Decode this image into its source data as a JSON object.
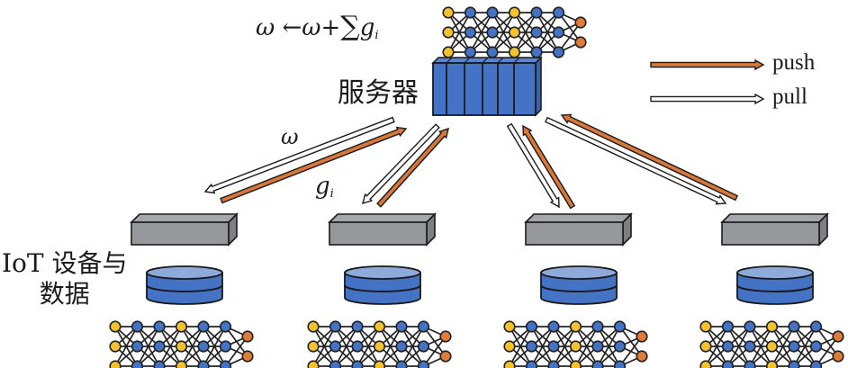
{
  "formula": {
    "lhs": "ω",
    "arrow": "←",
    "rhs_var": "ω",
    "plus": "+",
    "sum_symbol": "∑",
    "term": "g",
    "subscript": "i"
  },
  "server": {
    "label": "服务器"
  },
  "devices": {
    "label_line1": "IoT 设备与",
    "label_line2": "数据",
    "count": 4
  },
  "edge_labels": {
    "model": "ω",
    "gradient": "g",
    "gradient_subscript": "i"
  },
  "legend": {
    "items": [
      {
        "label": "push",
        "color": "#d9773a"
      },
      {
        "label": "pull",
        "color": "#ffffff"
      }
    ]
  },
  "colors": {
    "server_blue": "#4472c4",
    "device_gray": "#97989b",
    "db_top": "#8eaadb",
    "db_body": "#4472c4",
    "node_yellow": "#f6c22b",
    "node_blue": "#4472c4",
    "node_orange": "#e07b39",
    "push": "#d9773a",
    "outline": "#1a1a1a"
  },
  "neural_net": {
    "layers": [
      [
        "yellow",
        "yellow",
        "yellow"
      ],
      [
        "blue",
        "blue",
        "blue"
      ],
      [
        "blue",
        "blue",
        "blue"
      ],
      [
        "yellow",
        "yellow",
        "yellow"
      ],
      [
        "blue",
        "blue",
        "blue"
      ],
      [
        "blue",
        "blue",
        "blue"
      ],
      [
        "orange",
        "orange"
      ]
    ]
  }
}
